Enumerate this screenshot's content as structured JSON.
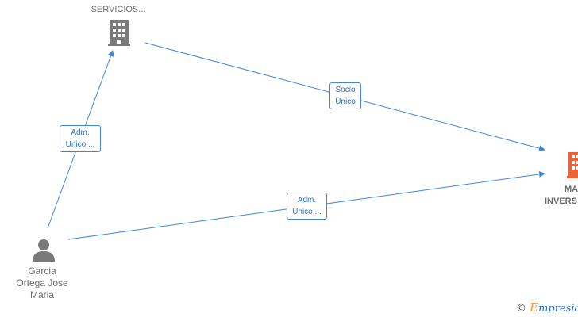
{
  "nodes": {
    "servicios": {
      "label": "SERVICIOS...",
      "icon": "building-icon",
      "color": "#7a7a7a"
    },
    "person": {
      "label_lines": [
        "Garcia",
        "Ortega Jose",
        "Maria"
      ],
      "icon": "person-icon",
      "color": "#7a7a7a"
    },
    "target": {
      "label_lines": [
        "MA",
        "INVERS"
      ],
      "icon": "building-icon",
      "color": "#e8643a"
    }
  },
  "edges": [
    {
      "from": "person",
      "to": "servicios",
      "label_lines": [
        "Adm.",
        "Unico,..."
      ]
    },
    {
      "from": "servicios",
      "to": "target",
      "label_lines": [
        "Socio",
        "Único"
      ]
    },
    {
      "from": "person",
      "to": "target",
      "label_lines": [
        "Adm.",
        "Unico,..."
      ]
    }
  ],
  "edge_color": "#3f86d9",
  "watermark": {
    "copyright": "©",
    "brand_initial": "E",
    "brand_rest": "mpresia"
  }
}
